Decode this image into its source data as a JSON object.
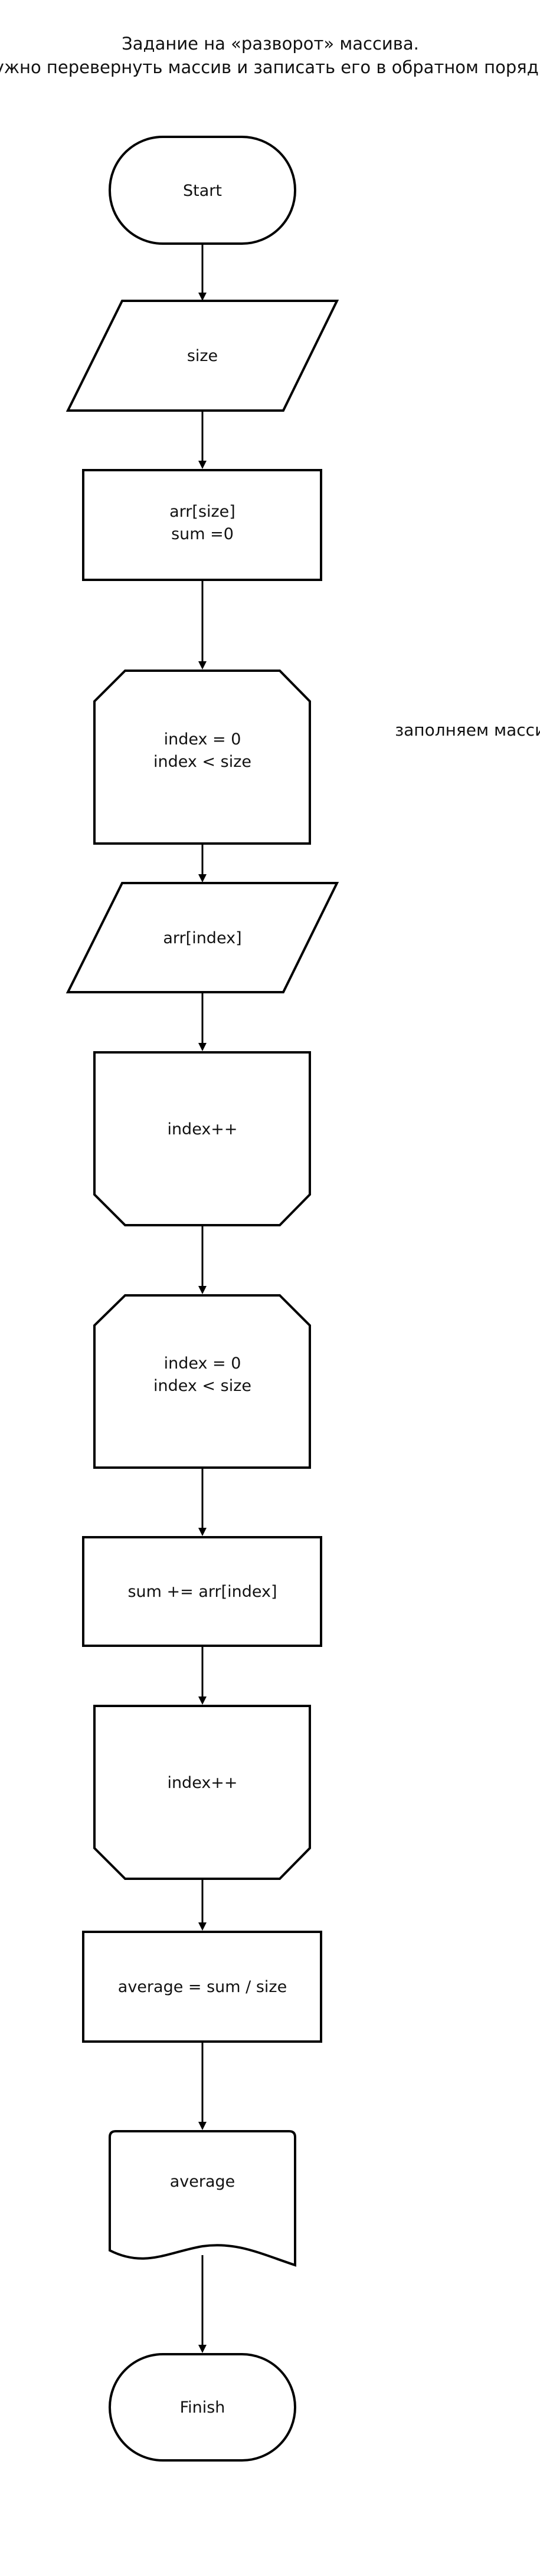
{
  "title": {
    "line1": "Задание на «разворот» массива.",
    "line2": "Нужно перевернуть массив и записать его в обратном порядке"
  },
  "note": "заполняем массив",
  "nodes": {
    "start": {
      "shape": "terminator",
      "line1": "Start"
    },
    "input_size": {
      "shape": "parallelogram",
      "line1": "size"
    },
    "init_arr": {
      "shape": "process",
      "line1": "arr[size]",
      "line2": "sum =0"
    },
    "loop1_start": {
      "shape": "loop-start",
      "line1": "index = 0",
      "line2": "index < size"
    },
    "input_arr": {
      "shape": "parallelogram",
      "line1": "arr[index]"
    },
    "loop1_end": {
      "shape": "loop-end",
      "line1": "index++"
    },
    "loop2_start": {
      "shape": "loop-start",
      "line1": "index = 0",
      "line2": "index < size"
    },
    "sum_step": {
      "shape": "process",
      "line1": "sum += arr[index]"
    },
    "loop2_end": {
      "shape": "loop-end",
      "line1": "index++"
    },
    "average_calc": {
      "shape": "process",
      "line1": "average = sum / size"
    },
    "output_average": {
      "shape": "document",
      "line1": "average"
    },
    "finish": {
      "shape": "terminator",
      "line1": "Finish"
    }
  },
  "colors": {
    "stroke": "#000000",
    "fill": "#ffffff",
    "text": "#111111",
    "background": "#ffffff"
  }
}
